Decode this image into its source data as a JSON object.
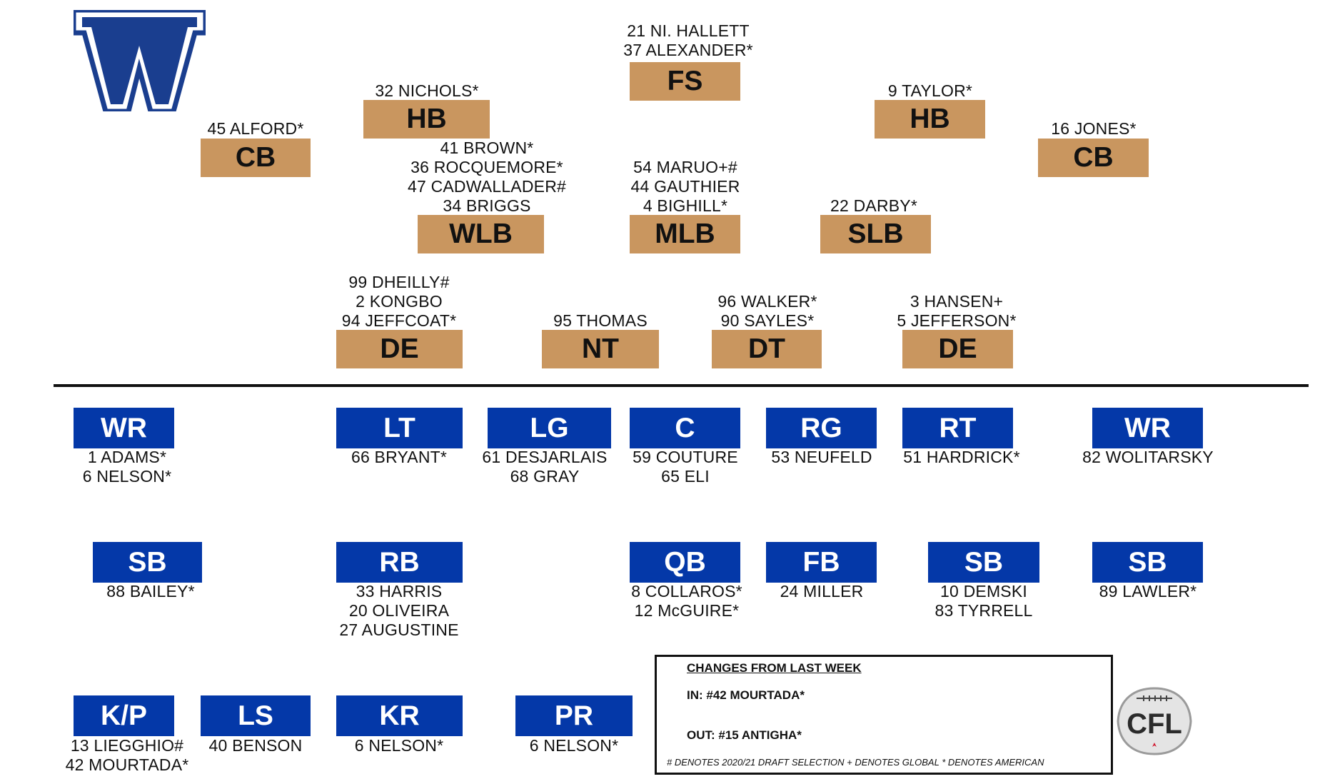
{
  "legend_text": "# DENOTES 2020/21 DRAFT SELECTION  + DENOTES GLOBAL * DENOTES AMERICAN",
  "colors": {
    "defense": "#c9965f",
    "offense": "#0438a8",
    "team_logo": "#1a3e8f"
  },
  "team_logo": {
    "icon": "w-logo-icon",
    "text": "W"
  },
  "league_logo": {
    "icon": "cfl-logo-icon",
    "text": "CFL"
  },
  "defense": {
    "fs": {
      "label": "FS",
      "players": [
        "21 NI. HALLETT",
        "37 ALEXANDER*"
      ]
    },
    "hb_left": {
      "label": "HB",
      "players": [
        "32 NICHOLS*"
      ]
    },
    "hb_right": {
      "label": "HB",
      "players": [
        "9 TAYLOR*"
      ]
    },
    "cb_left": {
      "label": "CB",
      "players": [
        "45 ALFORD*"
      ]
    },
    "cb_right": {
      "label": "CB",
      "players": [
        "16 JONES*"
      ]
    },
    "wlb": {
      "label": "WLB",
      "players": [
        "41 BROWN*",
        "36 ROCQUEMORE*",
        "47 CADWALLADER#",
        "34 BRIGGS"
      ]
    },
    "mlb": {
      "label": "MLB",
      "players": [
        "54 MARUO+#",
        "44 GAUTHIER",
        "4 BIGHILL*"
      ]
    },
    "slb": {
      "label": "SLB",
      "players": [
        "22 DARBY*"
      ]
    },
    "de_left": {
      "label": "DE",
      "players": [
        "99 DHEILLY#",
        "2 KONGBO",
        "94 JEFFCOAT*"
      ]
    },
    "nt": {
      "label": "NT",
      "players": [
        "95 THOMAS"
      ]
    },
    "dt": {
      "label": "DT",
      "players": [
        "96 WALKER*",
        "90 SAYLES*"
      ]
    },
    "de_right": {
      "label": "DE",
      "players": [
        "3 HANSEN+",
        "5 JEFFERSON*"
      ]
    }
  },
  "offense": {
    "wr_left": {
      "label": "WR",
      "players": [
        "1 ADAMS*",
        "6 NELSON*"
      ]
    },
    "lt": {
      "label": "LT",
      "players": [
        "66 BRYANT*"
      ]
    },
    "lg": {
      "label": "LG",
      "players": [
        "61 DESJARLAIS",
        "68 GRAY"
      ]
    },
    "c": {
      "label": "C",
      "players": [
        "59 COUTURE",
        "65 ELI"
      ]
    },
    "rg": {
      "label": "RG",
      "players": [
        "53 NEUFELD"
      ]
    },
    "rt": {
      "label": "RT",
      "players": [
        "51 HARDRICK*"
      ]
    },
    "wr_right": {
      "label": "WR",
      "players": [
        "82 WOLITARSKY"
      ]
    },
    "sb_left": {
      "label": "SB",
      "players": [
        "88 BAILEY*"
      ]
    },
    "rb": {
      "label": "RB",
      "players": [
        "33 HARRIS",
        "20 OLIVEIRA",
        "27 AUGUSTINE"
      ]
    },
    "qb": {
      "label": "QB",
      "players": [
        "8 COLLAROS*",
        "12 McGUIRE*"
      ]
    },
    "fb": {
      "label": "FB",
      "players": [
        "24 MILLER"
      ]
    },
    "sb_mid": {
      "label": "SB",
      "players": [
        "10 DEMSKI",
        "83 TYRRELL"
      ]
    },
    "sb_right": {
      "label": "SB",
      "players": [
        "89 LAWLER*"
      ]
    }
  },
  "special": {
    "kp": {
      "label": "K/P",
      "players": [
        "13 LIEGGHIO#",
        "42 MOURTADA*"
      ]
    },
    "ls": {
      "label": "LS",
      "players": [
        "40 BENSON"
      ]
    },
    "kr": {
      "label": "KR",
      "players": [
        "6 NELSON*"
      ]
    },
    "pr": {
      "label": "PR",
      "players": [
        "6 NELSON*"
      ]
    }
  },
  "changes": {
    "title": "CHANGES FROM LAST WEEK",
    "in": "IN: #42 MOURTADA*",
    "out": "OUT: #15 ANTIGHA*"
  }
}
